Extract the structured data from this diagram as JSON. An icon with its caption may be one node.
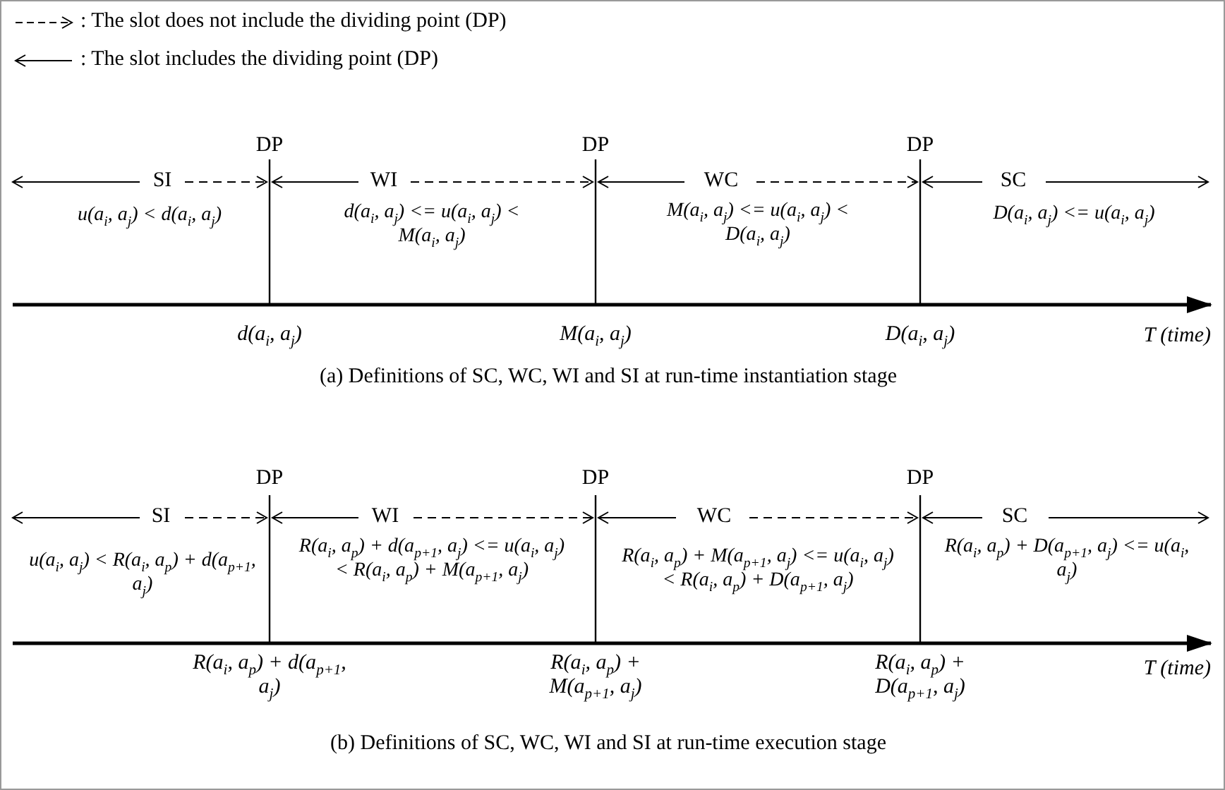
{
  "diagram": {
    "labels": [
      "DP",
      "DP",
      "DP",
      "SI",
      "WI",
      "WC",
      "SC",
      "u(a$_{i}$, a$_{j}$) < d(a$_{i}$, a$_{j}$)",
      "d(a$_{i}$, a$_{j}$) <= u(a$_{i}$, a$_{j}$) < M(a$_{i}$, a$_{j}$)",
      "M(a$_{i}$, a$_{j}$) <= u(a$_{i}$, a$_{j}$) < D(a$_{i}$, a$_{j}$)",
      "D(a$_{i}$, a$_{j}$) <= u(a$_{i}$, a$_{j}$)",
      "d(a$_{i}$, a$_{j}$)",
      "M(a$_{i}$, a$_{j}$)",
      "D(a$_{i}$, a$_{j}$)",
      "T (time)",
      "(a) Definitions of  SC, WC, WI and SI at run-time instantiation stage",
      "DP",
      "DP",
      "DP",
      "SI",
      "WI",
      "WC",
      "SC",
      "u(a$_{i}$, a$_{j}$) < R(a$_{i}$, a$_{p}$) + d(a$_{p+1}$, a$_{j}$)",
      "R(a$_{i}$, a$_{p}$) + d(a$_{p+1}$, a$_{j}$) <= u(a$_{i}$, a$_{j}$) < R(a$_{i}$, a$_{p}$) + M(a$_{p+1}$, a$_{j}$)",
      "R(a$_{i}$, a$_{p}$) + M(a$_{p+1}$, a$_{j}$) <= u(a$_{i}$, a$_{j}$) < R(a$_{i}$, a$_{p}$) + D(a$_{p+1}$, a$_{j}$)",
      "R(a$_{i}$, a$_{p}$) + D(a$_{p+1}$, a$_{j}$) <= u(a$_{i}$, a$_{j}$)",
      "R(a$_{i}$, a$_{p}$) + d(a$_{p+1}$, a$_{j}$)",
      "R(a$_{i}$, a$_{p}$) + M(a$_{p+1}$, a$_{j}$)",
      "R(a$_{i}$, a$_{p}$) + D(a$_{p+1}$, a$_{j}$)",
      "T (time)",
      "(b) Definitions of SC, WC, WI and SI at run-time execution stage"
    ],
    "legend": [
      {
        "text": ": The slot does not include the dividing point (DP)"
      },
      {
        "text": ": The slot includes the dividing point (DP)"
      }
    ]
  }
}
